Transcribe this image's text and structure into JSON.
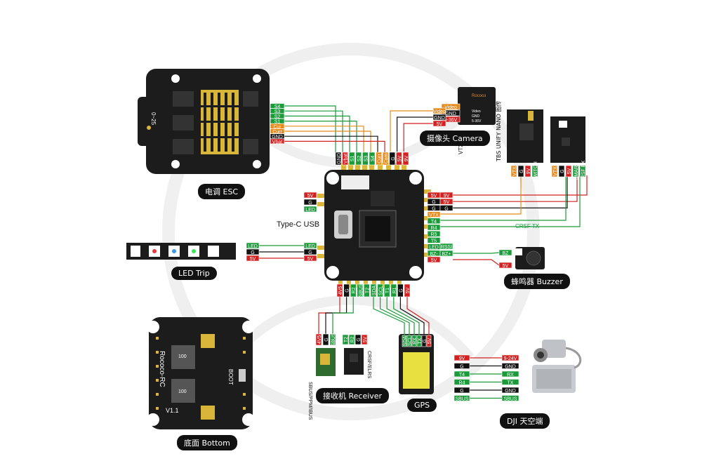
{
  "labels": {
    "esc": "电调 ESC",
    "camera": "摄像头 Camera",
    "usb": "Type-C USB",
    "led_strip": "LED Trip",
    "buzzer": "蜂鸣器 Buzzer",
    "receiver": "接收机 Receiver",
    "gps": "GPS",
    "dji": "DJI 天空端",
    "bottom": "底面 Bottom",
    "vtx": "VTX IRC",
    "tbs": "TBS UNIFY NANO 图传",
    "sbus_rx": "SBUS/PPM/IBUS",
    "crsf_rx": "CRSF/ELRS",
    "crsf_tx": "CRSF TX",
    "brand": "Rococo-RC",
    "version": "V1.1",
    "boot": "BOOT",
    "cap100a": "100",
    "cap100b": "100"
  },
  "esc_pins": [
    "S4",
    "S3",
    "S2",
    "S1",
    "Cur",
    "Curr",
    "GND",
    "Vbat"
  ],
  "fc_top_pins": [
    "GND",
    "Vbat",
    "S1",
    "S2",
    "S3",
    "S4",
    "Curr",
    "Cam",
    "G",
    "5V",
    "9V"
  ],
  "camera_pins": [
    "Video",
    "GND",
    "5-36V"
  ],
  "camera_side": [
    "Video",
    "GND",
    "5V"
  ],
  "fc_left_pins": [
    "5V",
    "G",
    "LED"
  ],
  "led_pins": [
    "LED",
    "G",
    "5V"
  ],
  "fc_left_led": [
    "LED",
    "G",
    "5V"
  ],
  "fc_right_pins": [
    "5V",
    "G",
    "G",
    "VTX",
    "T4",
    "R4",
    "R5",
    "T5",
    "LED",
    "BZ-",
    "5V"
  ],
  "vtx_side": [
    "9V",
    "5V",
    "G"
  ],
  "fc_right_extra": [
    "RSSI",
    "BZ+"
  ],
  "buzzer_pins": [
    "BZ",
    "5V"
  ],
  "vtx_pins": [
    "VTX",
    "G",
    "9V",
    "SWITCH"
  ],
  "tbs_pins": [
    "VTX",
    "G",
    "5V",
    "SMART",
    "CRSF RX"
  ],
  "fc_bottom_pins": [
    "4V5",
    "G",
    "R2",
    "SBUS",
    "T2",
    "SDA",
    "SCL",
    "T1",
    "R1",
    "G",
    "5V"
  ],
  "rx1_pins": [
    "4V5",
    "G",
    "SBUS"
  ],
  "rx2_pins": [
    "T2",
    "R2",
    "G",
    "5V"
  ],
  "gps_pins": [
    "SDA",
    "SCL",
    "RX",
    "TX",
    "G",
    "5V"
  ],
  "dji_left": [
    "9V",
    "G",
    "T4",
    "R4",
    "G",
    "SBUS"
  ],
  "dji_right": [
    "9-24V",
    "GND",
    "RX",
    "TX",
    "GND",
    "SBUS"
  ],
  "colors": {
    "red": "#d42020",
    "green": "#1a9b3a",
    "orange": "#e88a1a",
    "black": "#111111",
    "pcb": "#1c1c1c",
    "gold": "#d9b53a"
  }
}
